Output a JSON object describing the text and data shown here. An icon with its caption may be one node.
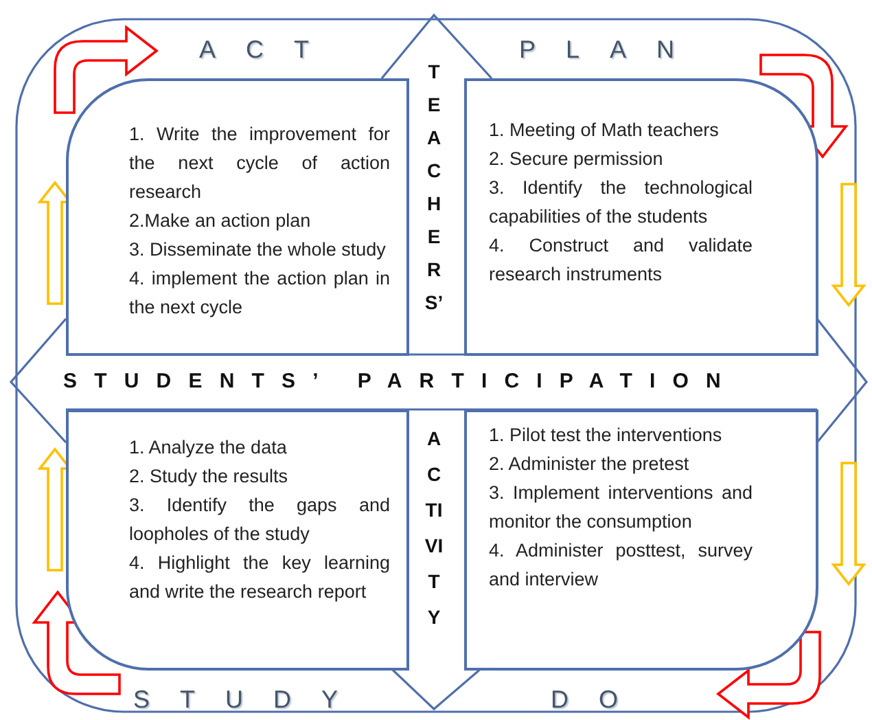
{
  "diagram": {
    "nodes": [
      {
        "text": [
          "1. Write the improvement for the next cycle of action research",
          "2.Make an action plan",
          "3. Disseminate the whole study",
          "4. implement the action plan in the next cycle"
        ],
        "beside": [
          "ACT"
        ]
      },
      {
        "text": [
          "1. Meeting of Math teachers",
          "2. Secure permission",
          "3. Identify the technological capabilities of the students",
          "4. Construct and validate research instruments"
        ],
        "beside": [
          "PLAN"
        ]
      },
      {
        "text": [
          "1. Analyze the data",
          "2. Study the results",
          "3. Identify the gaps and loopholes of the study",
          "4. Highlight the key learning and write the research report"
        ],
        "beside": [
          "STUDY"
        ]
      },
      {
        "text": [
          "1. Pilot test the interventions",
          "2. Administer the pretest",
          "3. Implement interventions and monitor the consumption",
          "4. Administer posttest, survey and interview"
        ],
        "beside": [
          "DO"
        ]
      }
    ],
    "labels": [
      "TEACHERS’",
      "STUDENTS’ PARTICIPATION",
      "ACTIVITY"
    ]
  }
}
